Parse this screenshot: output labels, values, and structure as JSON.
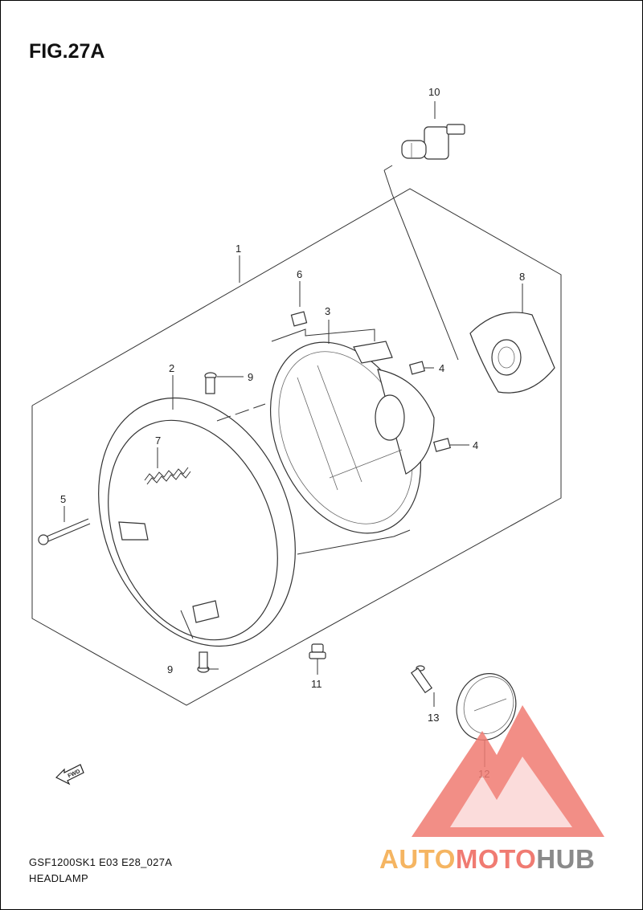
{
  "figure": {
    "title": "FIG.27A",
    "model_code": "GSF1200SK1  E03  E28_027A",
    "section": "HEADLAMP",
    "fwd_marker": "FWD"
  },
  "callouts": {
    "c1": "1",
    "c2": "2",
    "c3": "3",
    "c4a": "4",
    "c4b": "4",
    "c5": "5",
    "c6": "6",
    "c7": "7",
    "c8": "8",
    "c9a": "9",
    "c9b": "9",
    "c10": "10",
    "c11": "11",
    "c12": "12",
    "c13": "13"
  },
  "watermark": {
    "part1": "AUTO",
    "part2": "MOTO",
    "part3": "HUB",
    "colors": {
      "part1": "#f5b562",
      "part2": "#f07b72",
      "part3": "#8a8a8a",
      "logo": "#f07b72"
    }
  }
}
